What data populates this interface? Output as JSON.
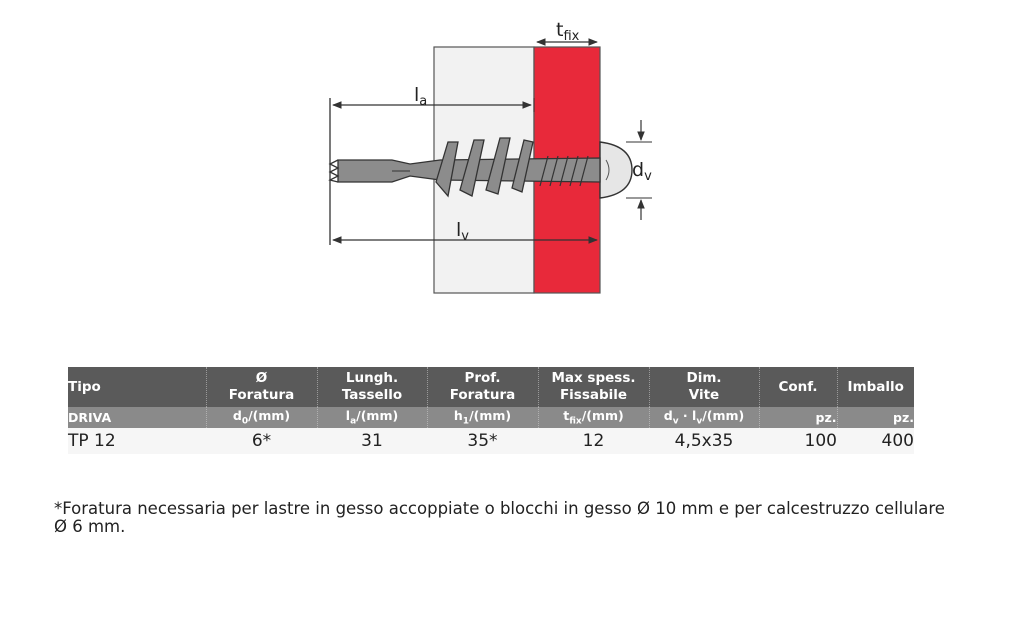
{
  "diagram": {
    "label_la": "l",
    "label_la_sub": "a",
    "label_tfix": "t",
    "label_tfix_sub": "fix",
    "label_dv": "d",
    "label_dv_sub": "v",
    "label_lv": "l",
    "label_lv_sub": "v",
    "colors": {
      "plasterboard": "#f2f2f2",
      "fixture": "#e8293a",
      "outline": "#333333",
      "screw": "#8c8c8c"
    }
  },
  "table": {
    "headers": {
      "tipo": "Tipo",
      "foratura_symbol": "Ø",
      "foratura": "Foratura",
      "lungh_1": "Lungh.",
      "lungh_2": "Tassello",
      "prof_1": "Prof.",
      "prof_2": "Foratura",
      "max_1": "Max spess.",
      "max_2": "Fissabile",
      "dim_1": "Dim.",
      "dim_2": "Vite",
      "conf": "Conf.",
      "imballo": "Imballo"
    },
    "units": {
      "driva": "DRIVA",
      "d0": "d",
      "d0_sub": "0",
      "d0_unit": "/(mm)",
      "la": "l",
      "la_sub": "a",
      "la_unit": "/(mm)",
      "h1": "h",
      "h1_sub": "1",
      "h1_unit": "/(mm)",
      "tfix": "t",
      "tfix_sub": "fix",
      "tfix_unit": "/(mm)",
      "dv": "d",
      "dv_sub": "v",
      "dv_mid": " · l",
      "lv_sub": "v",
      "dv_unit": "/(mm)",
      "conf_pz": "pz.",
      "imballo_pz": "pz."
    },
    "row": {
      "tipo": "TP 12",
      "foratura": "6*",
      "lungh": "31",
      "prof": "35*",
      "max_spess": "12",
      "dim_vite": "4,5x35",
      "conf": "100",
      "imballo": "400"
    }
  },
  "footnote": {
    "line1": "*Foratura necessaria per lastre in gesso accoppiate o blocchi in gesso Ø 10 mm e per calcestruzzo cellulare",
    "line2": "Ø 6 mm."
  }
}
